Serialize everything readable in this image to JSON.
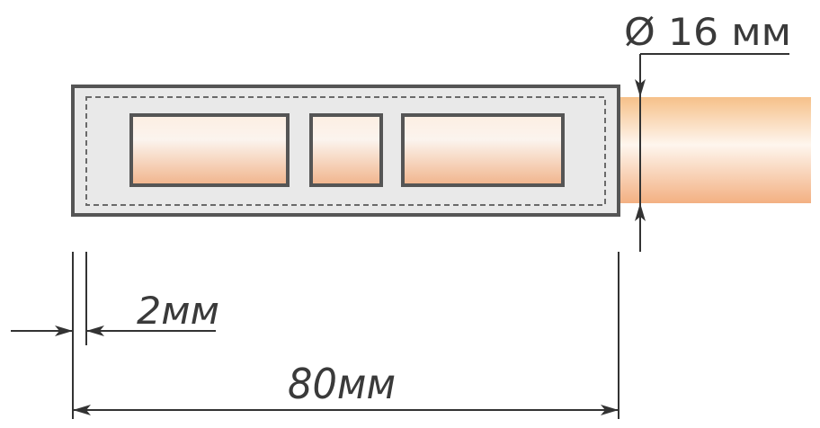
{
  "dimensions": {
    "diameter": "Ø 16  мм",
    "wall": "2мм",
    "length": "80мм"
  },
  "colors": {
    "stroke": "#555555",
    "block_fill": "#e9e9e9",
    "dim_line": "#333333",
    "rod_top": "#f5c28e",
    "rod_mid": "#fdf1e6",
    "rod_bottom": "#f3b487"
  },
  "icons": {
    "arrow": "arrowhead",
    "diameter_symbol": "Ø"
  }
}
